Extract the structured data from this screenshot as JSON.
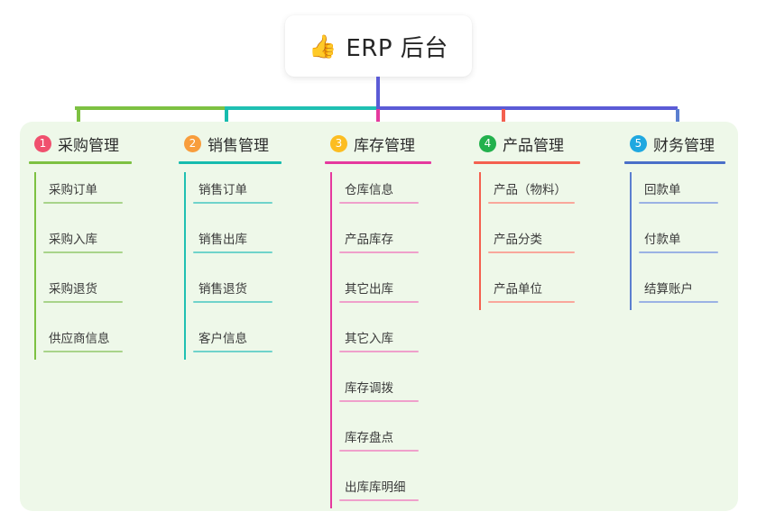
{
  "diagram": {
    "type": "mind-map",
    "root": {
      "icon": "thumbs-up-icon",
      "icon_glyph": "👍",
      "label": "ERP 后台"
    },
    "panel_color": "#eef8e9",
    "bus_color": "#5b5bd6",
    "bus_segments": [
      {
        "name": "segment-1",
        "color": "#7dc142"
      },
      {
        "name": "segment-2",
        "color": "#16bcae"
      },
      {
        "name": "segment-3",
        "color": "#5b5bd6"
      },
      {
        "name": "segment-4",
        "color": "#5b5bd6"
      }
    ],
    "columns": [
      {
        "number": "1",
        "title": "采购管理",
        "badge_color": "#f0506e",
        "rule_color": "#7dc142",
        "line_color": "#7dc142",
        "item_rule_color": "#a8d48a",
        "drop_color": "#7dc142",
        "items": [
          {
            "label": "采购订单"
          },
          {
            "label": "采购入库"
          },
          {
            "label": "采购退货"
          },
          {
            "label": "供应商信息"
          }
        ]
      },
      {
        "number": "2",
        "title": "销售管理",
        "badge_color": "#f89d3c",
        "rule_color": "#16bcae",
        "line_color": "#1fc0b2",
        "item_rule_color": "#6fd3cb",
        "drop_color": "#16bcae",
        "items": [
          {
            "label": "销售订单"
          },
          {
            "label": "销售出库"
          },
          {
            "label": "销售退货"
          },
          {
            "label": "客户信息"
          }
        ]
      },
      {
        "number": "3",
        "title": "库存管理",
        "badge_color": "#fcbd21",
        "rule_color": "#e5399e",
        "line_color": "#e5399e",
        "item_rule_color": "#efa0cb",
        "drop_color": "#e5399e",
        "items": [
          {
            "label": "仓库信息"
          },
          {
            "label": "产品库存"
          },
          {
            "label": "其它出库"
          },
          {
            "label": "其它入库"
          },
          {
            "label": "库存调拨"
          },
          {
            "label": "库存盘点"
          },
          {
            "label": "出库库明细"
          }
        ]
      },
      {
        "number": "4",
        "title": "产品管理",
        "badge_color": "#23b14d",
        "rule_color": "#f4604f",
        "line_color": "#f4604f",
        "item_rule_color": "#f9a79b",
        "drop_color": "#f4604f",
        "items": [
          {
            "label": "产品（物料）"
          },
          {
            "label": "产品分类"
          },
          {
            "label": "产品单位"
          }
        ]
      },
      {
        "number": "5",
        "title": "财务管理",
        "badge_color": "#1fa8e0",
        "rule_color": "#4a6fc8",
        "line_color": "#5b7fd0",
        "item_rule_color": "#9bb2e4",
        "drop_color": "#5b7fd0",
        "items": [
          {
            "label": "回款单"
          },
          {
            "label": "付款单"
          },
          {
            "label": "结算账户"
          }
        ]
      }
    ]
  }
}
